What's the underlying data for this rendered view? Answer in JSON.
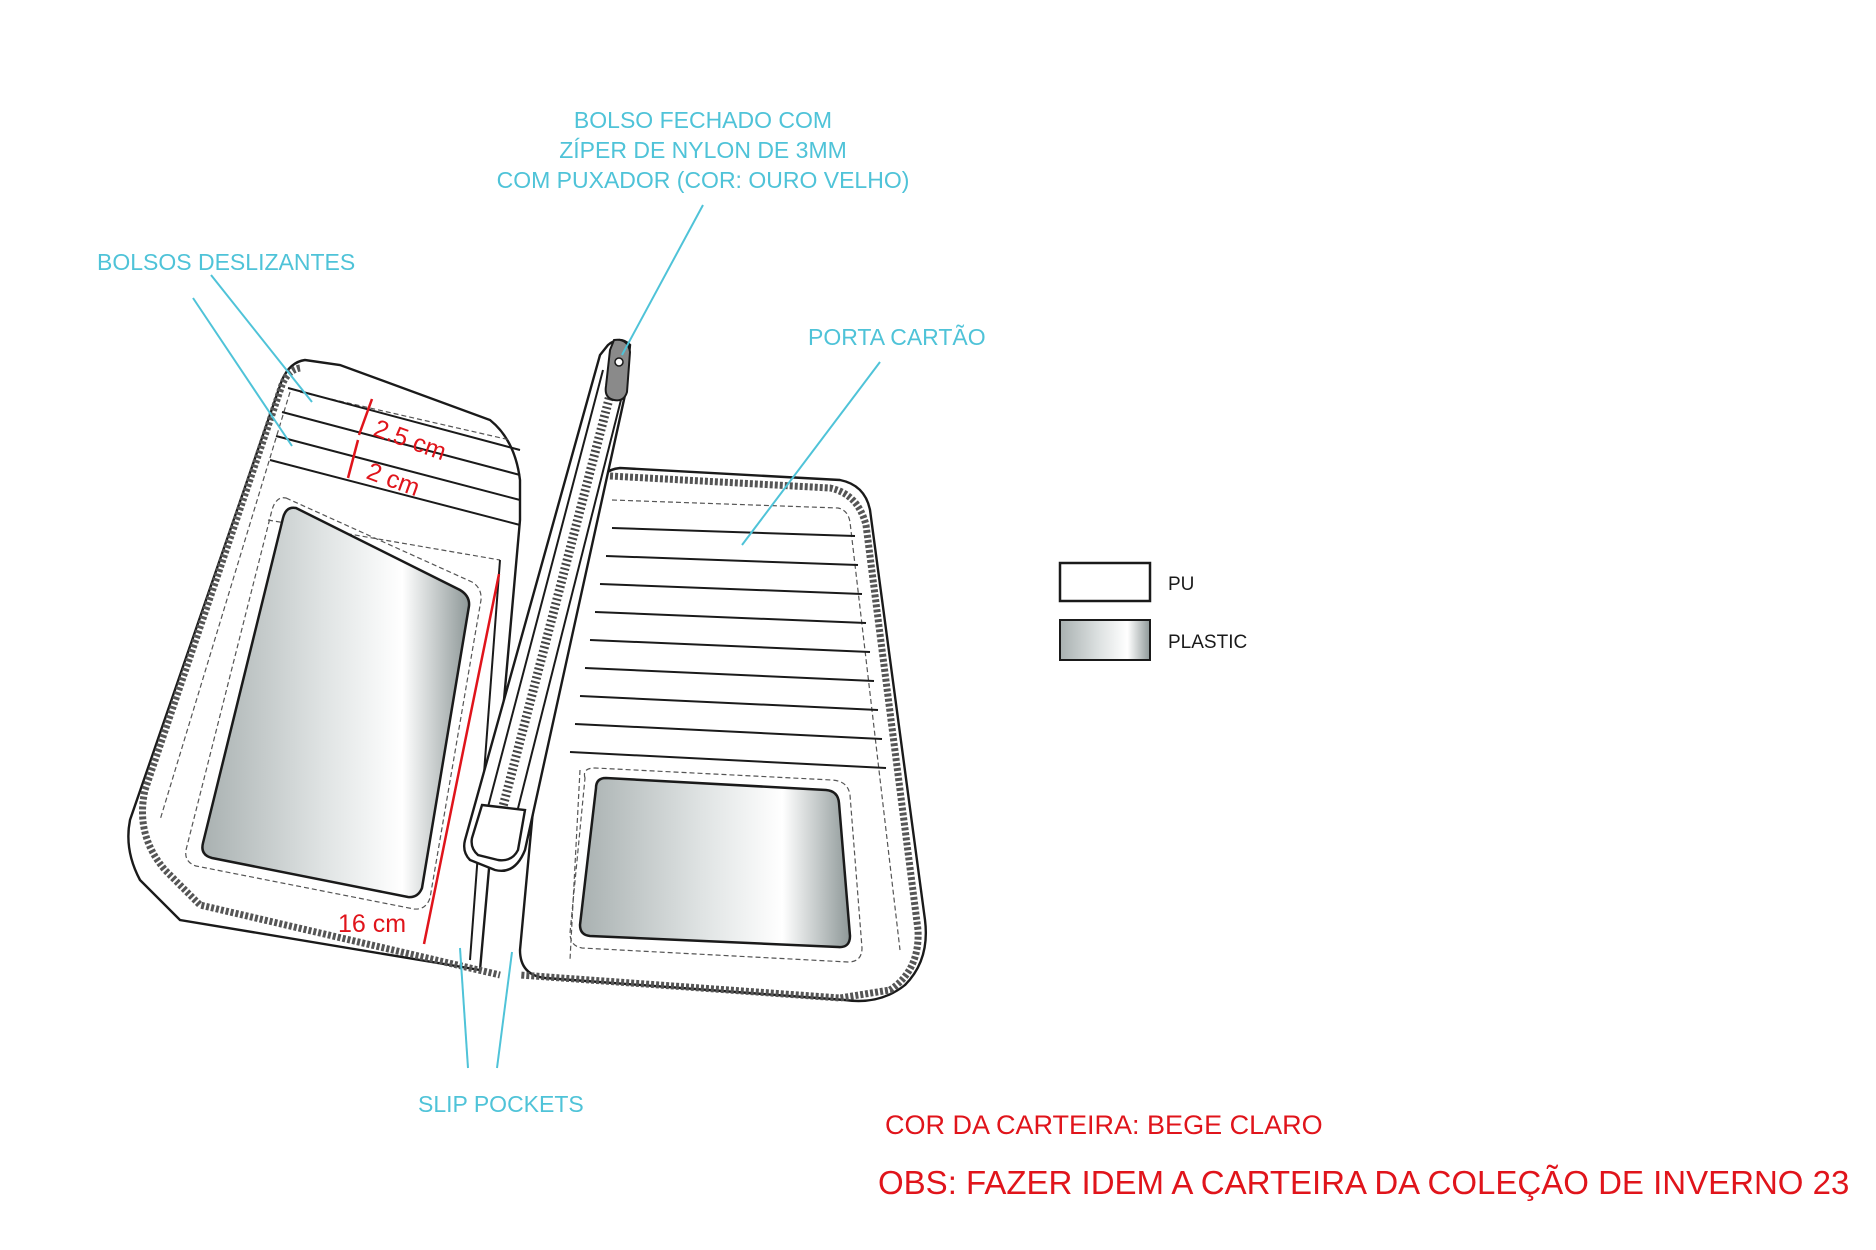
{
  "labels": {
    "zip_pocket_line1": "BOLSO FECHADO COM",
    "zip_pocket_line2": "ZÍPER DE NYLON DE 3MM",
    "zip_pocket_line3": "COM PUXADOR (COR: OURO VELHO)",
    "slide_pockets": "BOLSOS DESLIZANTES",
    "card_holder": "PORTA CARTÃO",
    "slip_pockets": "SLIP POCKETS"
  },
  "dimensions": {
    "pocket_top": "2.5 cm",
    "pocket_second": "2 cm",
    "height": "16 cm"
  },
  "legend": {
    "items": [
      {
        "label": "PU",
        "swatch": "#ffffff"
      },
      {
        "label": "PLASTIC",
        "swatch": "#b8c0c0"
      }
    ]
  },
  "notes": {
    "color": "COR DA CARTEIRA: BEGE CLARO",
    "obs": "OBS: FAZER IDEM A CARTEIRA DA COLEÇÃO DE INVERNO 23"
  },
  "colors": {
    "label": "#4fc3d8",
    "dimension": "#e0141b",
    "outline": "#1a1a1a"
  }
}
